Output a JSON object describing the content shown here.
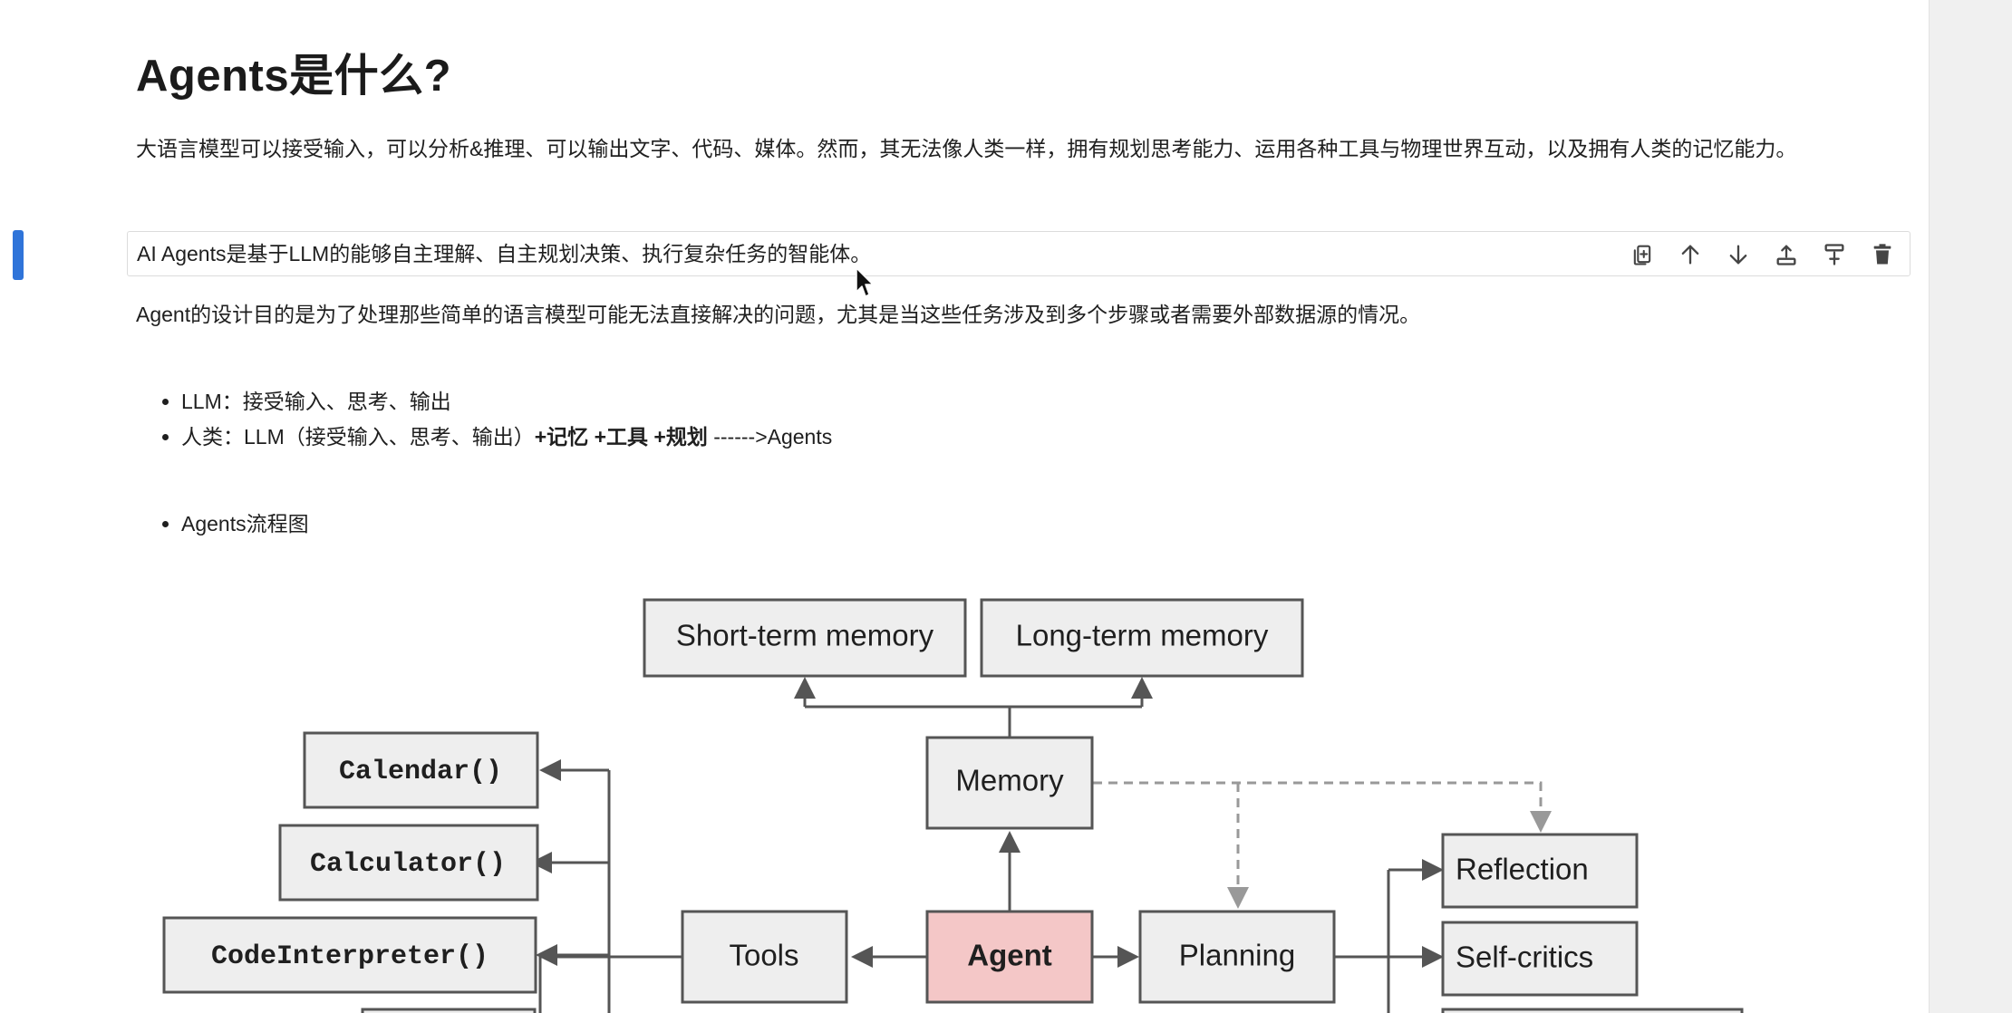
{
  "doc": {
    "title": "Agents是什么?",
    "para1": "大语言模型可以接受输入，可以分析&推理、可以输出文字、代码、媒体。然而，其无法像人类一样，拥有规划思考能力、运用各种工具与物理世界互动，以及拥有人类的记忆能力。",
    "focus_block": "AI Agents是基于LLM的能够自主理解、自主规划决策、执行复杂任务的智能体。",
    "para3": "Agent的设计目的是为了处理那些简单的语言模型可能无法直接解决的问题，尤其是当这些任务涉及到多个步骤或者需要外部数据源的情况。",
    "bullets1": [
      {
        "text": "LLM：接受输入、思考、输出"
      },
      {
        "pre": "人类：LLM（接受输入、思考、输出）",
        "b1": "+记忆",
        "b2": "+工具",
        "b3": "+规划",
        "post": " ------>Agents"
      }
    ],
    "bullets2": [
      {
        "text": "Agents流程图"
      }
    ]
  },
  "toolbar_icons": [
    "copy-icon",
    "arrow-up-icon",
    "arrow-down-icon",
    "insert-above-icon",
    "insert-below-icon",
    "delete-icon"
  ],
  "diagram": {
    "short_term_memory": "Short-term memory",
    "long_term_memory": "Long-term memory",
    "memory": "Memory",
    "calendar": "Calendar()",
    "calculator": "Calculator()",
    "code_interpreter": "CodeInterpreter()",
    "tools": "Tools",
    "agent": "Agent",
    "planning": "Planning",
    "reflection": "Reflection",
    "self_critics": "Self-critics"
  },
  "colors": {
    "accent_marker": "#2f74d9",
    "box_fill": "#eeeeee",
    "box_border": "#555555",
    "agent_fill": "#f4c7c7",
    "arrow": "#555555",
    "dashed_arrow": "#999999"
  }
}
